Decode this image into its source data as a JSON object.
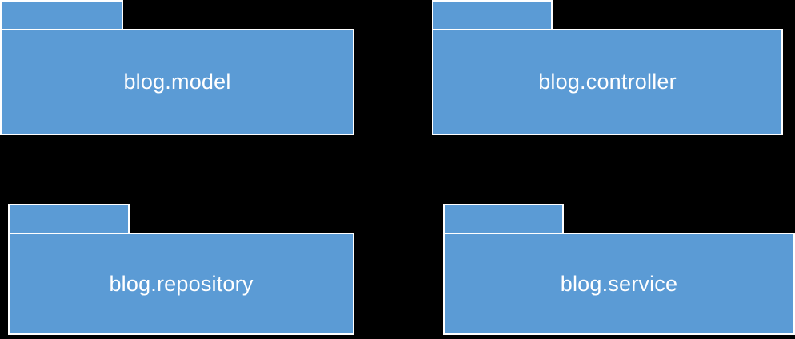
{
  "diagram": {
    "type": "uml-package-diagram",
    "background_color": "#000000",
    "package_fill_color": "#5B9BD5",
    "package_border_color": "#FFFFFF",
    "label_color": "#FFFFFF",
    "packages": [
      {
        "id": "model",
        "label": "blog.model"
      },
      {
        "id": "controller",
        "label": "blog.controller"
      },
      {
        "id": "repository",
        "label": "blog.repository"
      },
      {
        "id": "service",
        "label": "blog.service"
      }
    ]
  }
}
